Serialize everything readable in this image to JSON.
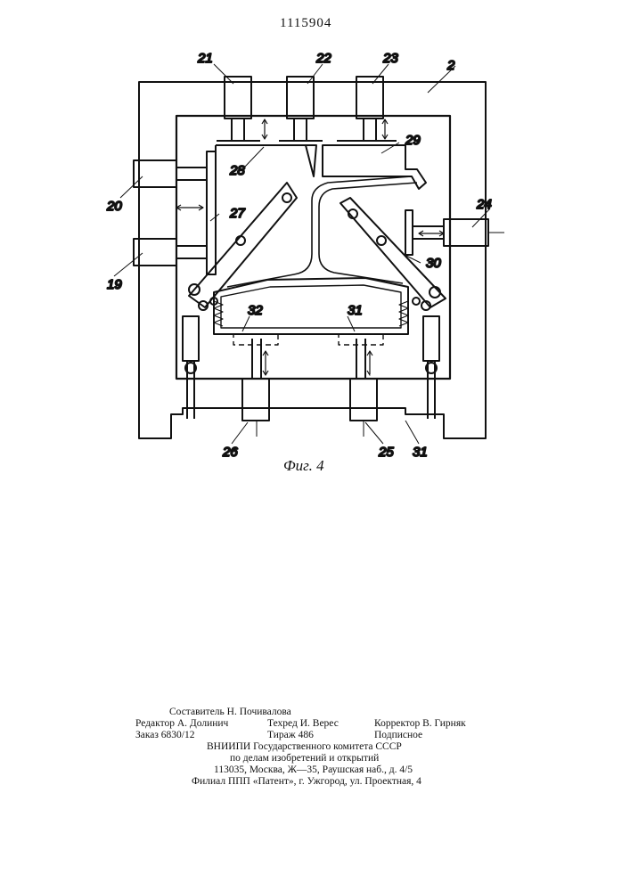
{
  "patent_number": "1115904",
  "figure": {
    "caption": "Фиг. 4",
    "labels": {
      "l2": "2",
      "l19": "19",
      "l20": "20",
      "l21": "21",
      "l22": "22",
      "l23": "23",
      "l24": "24",
      "l25": "25",
      "l26": "26",
      "l27": "27",
      "l28": "28",
      "l29": "29",
      "l30": "30",
      "l31a": "31",
      "l31b": "31",
      "l32": "32"
    }
  },
  "footer": {
    "compiler": "Составитель Н. Почивалова",
    "editor": "Редактор А. Долинич",
    "techred": "Техред И. Верес",
    "corrector": "Корректор В. Гирняк",
    "order": "Заказ 6830/12",
    "circulation": "Тираж 486",
    "subscription": "Подписное",
    "org_line1": "ВНИИПИ  Государственного  комитета  СССР",
    "org_line2": "по  делам  изобретений  и  открытий",
    "address": "113035,  Москва,  Ж—35,  Раушская  наб.,  д.  4/5",
    "branch": "Филиал  ППП  «Патент»,  г.  Ужгород,  ул.  Проектная,  4"
  }
}
